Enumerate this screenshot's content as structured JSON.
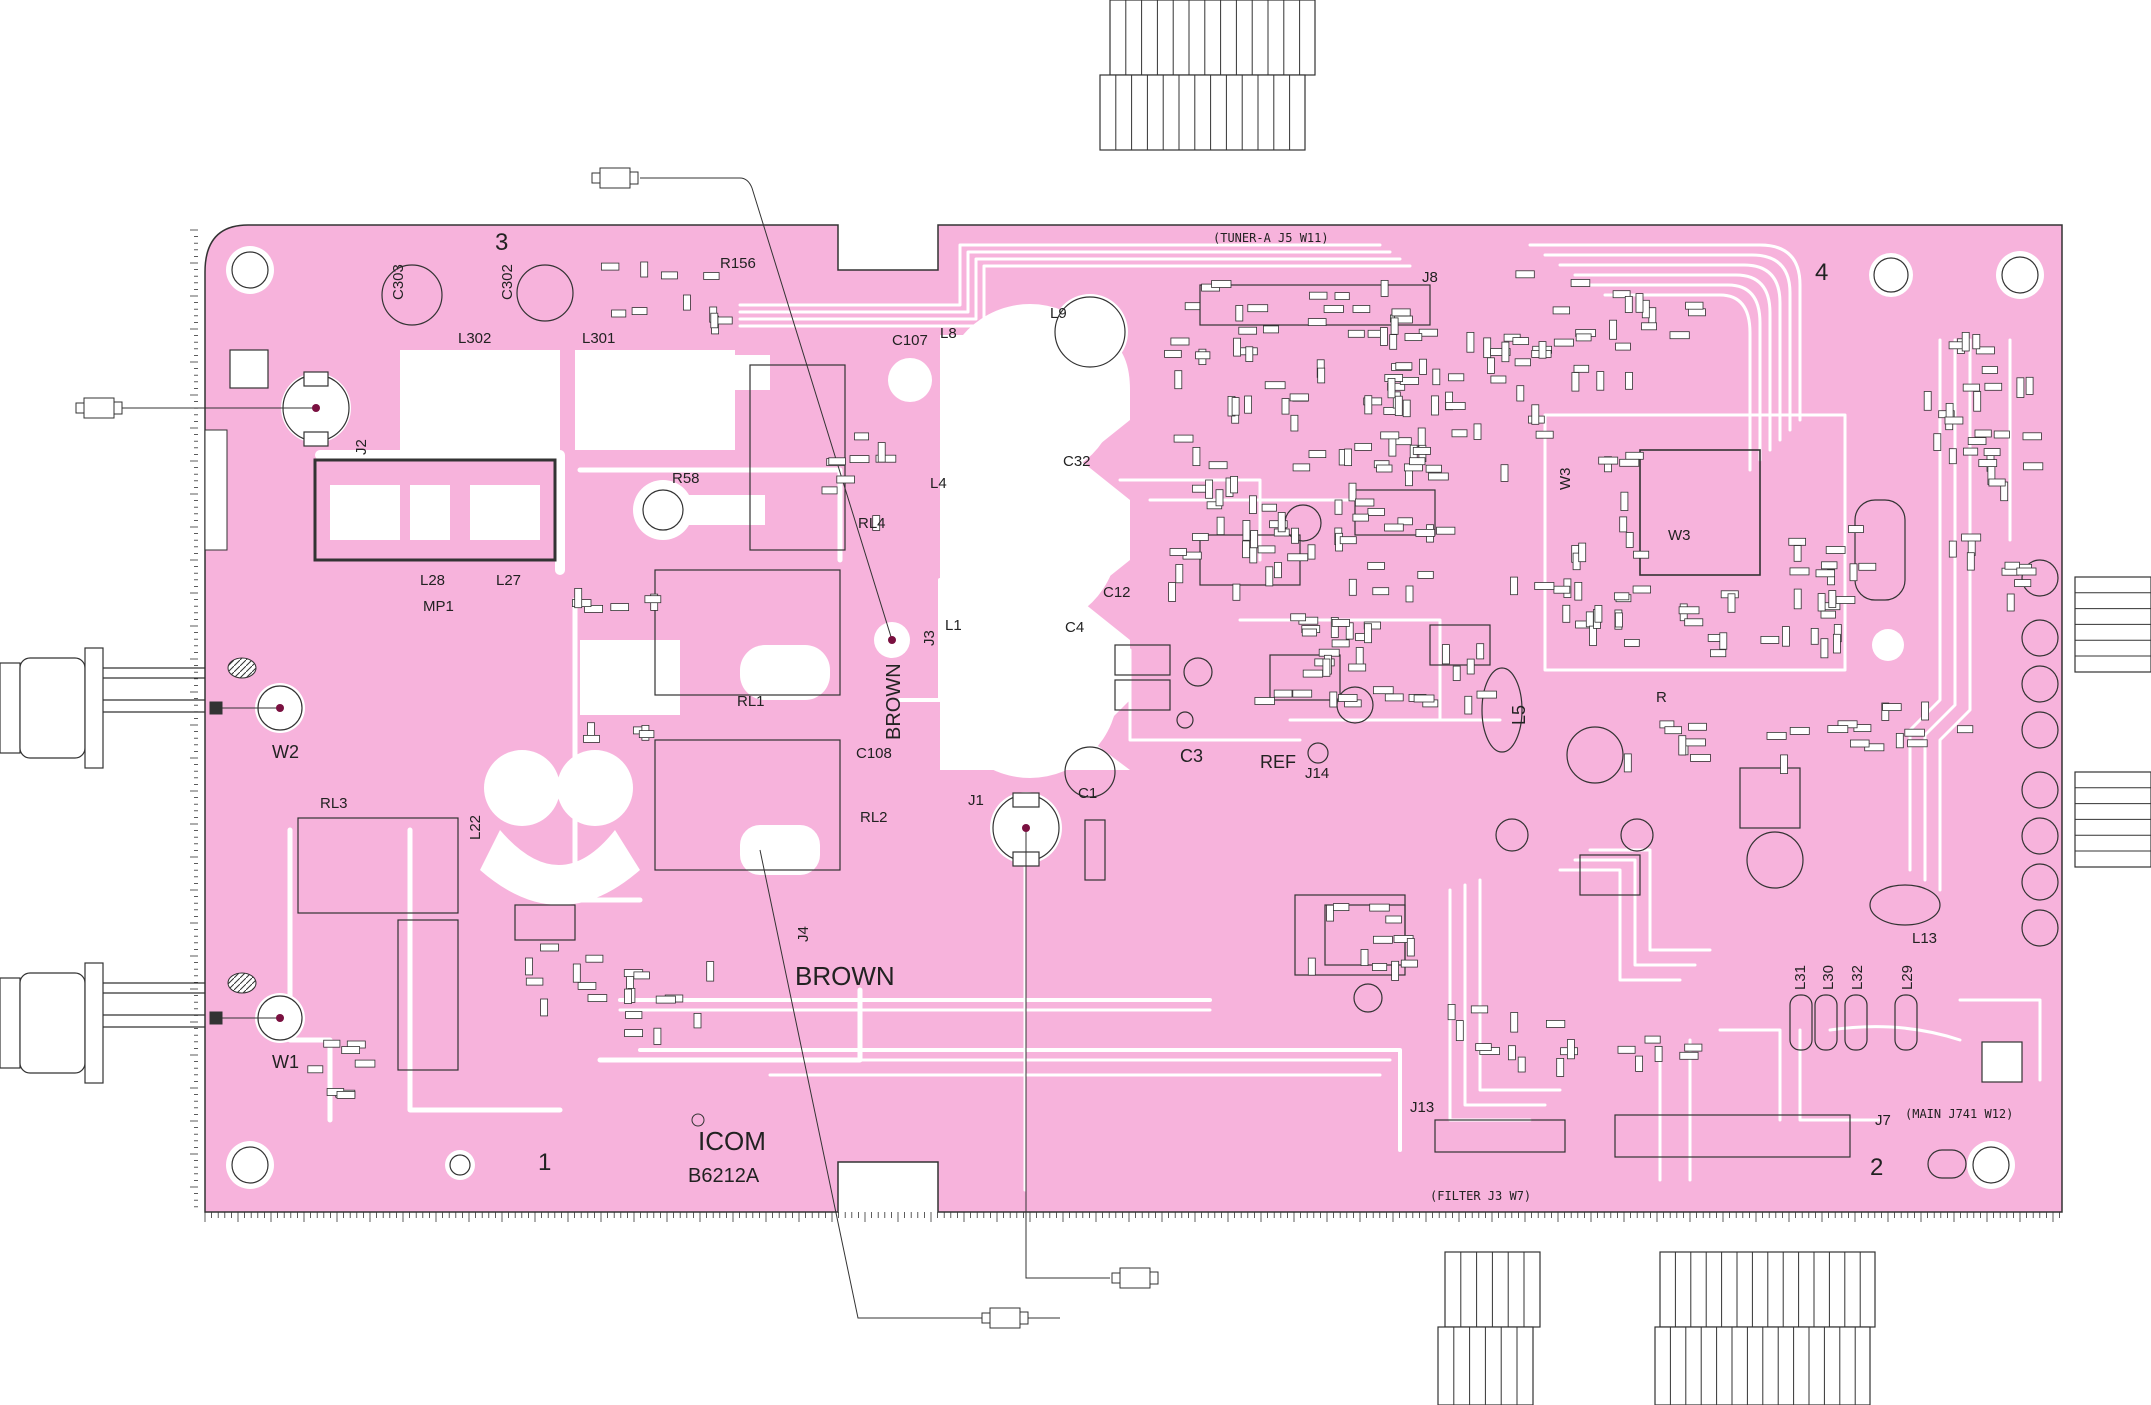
{
  "colors": {
    "board": "#f7b3dc",
    "trace": "#ffffff",
    "ink": "#222222",
    "outline": "#333333"
  },
  "board": {
    "maker": "ICOM",
    "part_number": "B6212A",
    "corner_numbers": [
      "1",
      "2",
      "3",
      "4"
    ]
  },
  "connector_notes": {
    "tuner": "(TUNER-A J5 W11)",
    "main": "(MAIN J741 W12)",
    "filter": "(FILTER J3 W7)"
  },
  "markings": {
    "brown_1": "BROWN",
    "brown_2": "BROWN",
    "ref": "REF",
    "r": "R"
  },
  "labels": {
    "c303": "C303",
    "c302": "C302",
    "l302": "L302",
    "l301": "L301",
    "r156": "R156",
    "j2": "J2",
    "l28": "L28",
    "l27": "L27",
    "mp1": "MP1",
    "r58": "R58",
    "rl4": "RL4",
    "rl1": "RL1",
    "rl2": "RL2",
    "rl3": "RL3",
    "c107": "C107",
    "c108": "C108",
    "j3": "J3",
    "j4": "J4",
    "l8": "L8",
    "l4": "L4",
    "l1": "L1",
    "l9": "L9",
    "l22": "L22",
    "c32": "C32",
    "c12": "C12",
    "c4": "C4",
    "c3": "C3",
    "c1": "C1",
    "j1": "J1",
    "j14": "J14",
    "j8": "J8",
    "j13": "J13",
    "j7": "J7",
    "w1": "W1",
    "w2": "W2",
    "w3a": "W3",
    "w3b": "W3",
    "l5": "L5",
    "l13": "L13",
    "l29": "L29",
    "l30": "L30",
    "l31": "L31",
    "l32": "L32"
  }
}
